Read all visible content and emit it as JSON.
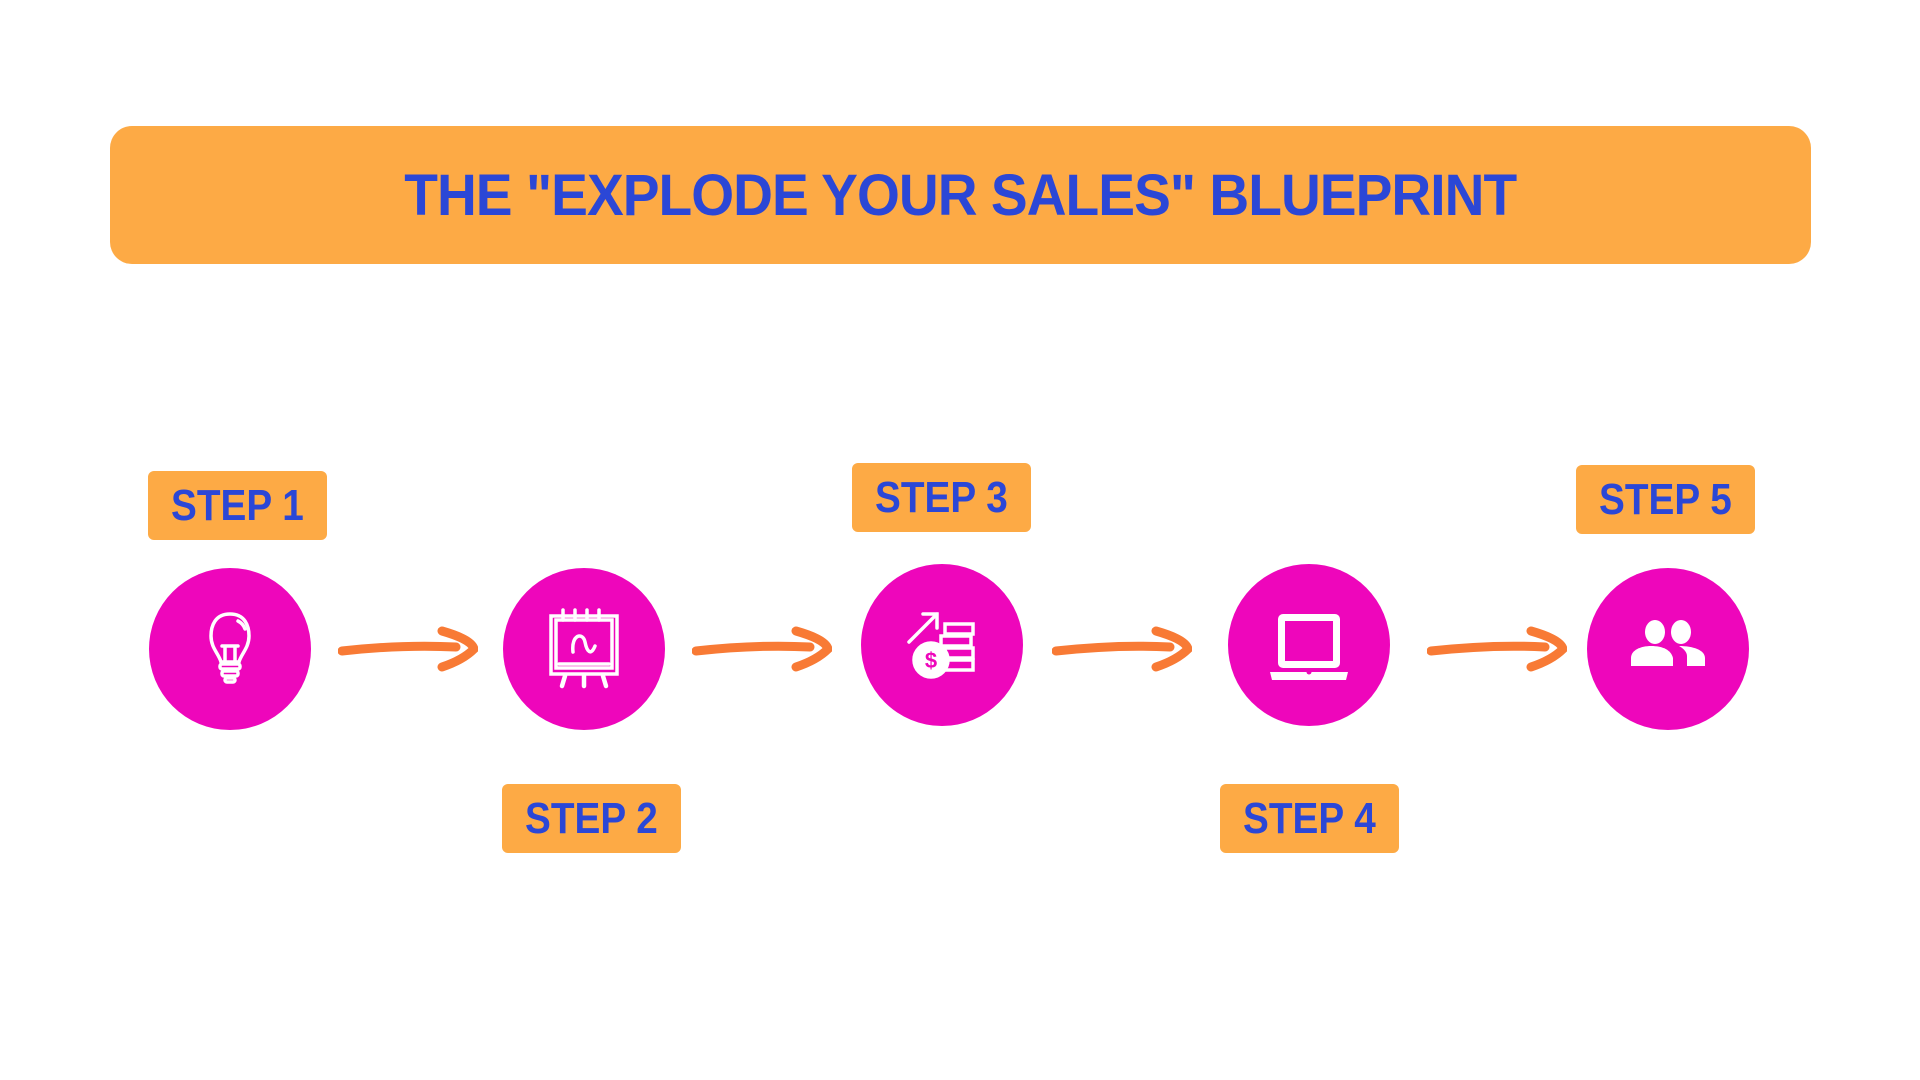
{
  "title": "THE \"EXPLODE YOUR SALES\" BLUEPRINT",
  "colors": {
    "banner": "#fdaa45",
    "text": "#2b47d6",
    "circle": "#ee06bb",
    "arrow": "#f87a35"
  },
  "steps": [
    {
      "label": "STEP 1",
      "icon": "lightbulb-icon"
    },
    {
      "label": "STEP 2",
      "icon": "presentation-board-icon"
    },
    {
      "label": "STEP 3",
      "icon": "money-growth-icon"
    },
    {
      "label": "STEP 4",
      "icon": "laptop-icon"
    },
    {
      "label": "STEP 5",
      "icon": "users-icon"
    }
  ]
}
